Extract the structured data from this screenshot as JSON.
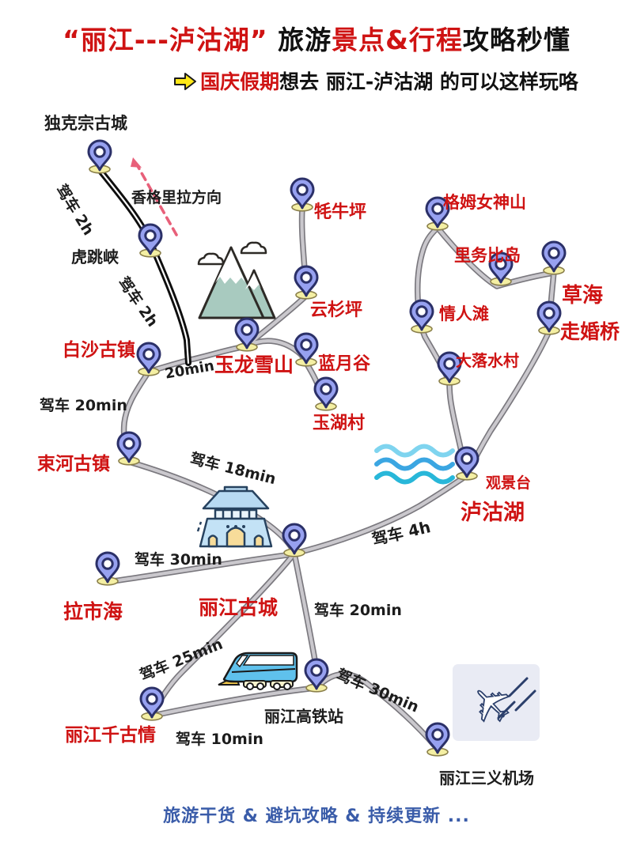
{
  "header": {
    "title": {
      "seg1": "“丽江---泸沽湖”",
      "seg2": " 旅游",
      "seg3": "景点&行程",
      "seg4": "攻略秒懂"
    },
    "subtitle": {
      "seg1": "国庆假期",
      "seg2": "想去 丽江-泸沽湖 的可以这样玩咯"
    }
  },
  "map": {
    "locations": {
      "dukezong": "独克宗古城",
      "xianggelila_direction": "香格里拉方向",
      "hutiaoxia": "虎跳峡",
      "baisha": "白沙古镇",
      "yulong": "玉龙雪山",
      "maoniuping": "牦牛坪",
      "yunshanping": "云杉坪",
      "lanyuegu": "蓝月谷",
      "yuhucun": "玉湖村",
      "gemu": "格姆女神山",
      "liwubi": "里务比岛",
      "caohai": "草海",
      "zouhunqiao": "走婚桥",
      "qingrentan": "情人滩",
      "daluoshui": "大落水村",
      "guanjingtai": "观景台",
      "lugu": "泸沽湖",
      "shuhe": "束河古镇",
      "lashihai": "拉市海",
      "gucheng": "丽江古城",
      "qianguqing": "丽江千古情",
      "gaotie": "丽江高铁站",
      "airport": "丽江三义机场"
    },
    "route_labels": {
      "drive_2h_a": "驾车 2h",
      "drive_2h_b": "驾车 2h",
      "min20": "20min",
      "drive_20min": "驾车 20min",
      "drive_18min": "驾车 18min",
      "drive_30min_lashihai": "驾车 30min",
      "drive_4h": "驾车 4h",
      "drive_20min_station": "驾车 20min",
      "drive_25min": "驾车 25min",
      "drive_10min": "驾车 10min",
      "drive_30min_airport": "驾车 30min"
    },
    "icons": {
      "subtitle_arrow": "yellow-right-arrow",
      "pin": "map-pin",
      "mountain": "snow-mountain",
      "tower": "city-gate-tower",
      "train": "bullet-train",
      "plane": "airplane",
      "waves": "lake-waves",
      "direction_arrow": "dashed-direction-arrow"
    }
  },
  "footer": {
    "text": "旅游干货 & 避坑攻略 & 持续更新 ..."
  },
  "colors": {
    "red": "#cf1313",
    "black": "#1c1c1c",
    "footer_blue": "#3a5ca9",
    "pin_fill": "#97a1f0",
    "pin_outline": "#2b3068",
    "pin_shadow": "#f4efa3",
    "road_gray": "#7a787e",
    "road_center": "#cac8cd",
    "arrow_pink": "#e8607a",
    "arrow_yellow": "#ffe818",
    "mountain_teal": "#a8cabf",
    "illustration_blue": "#5fc1ec"
  }
}
